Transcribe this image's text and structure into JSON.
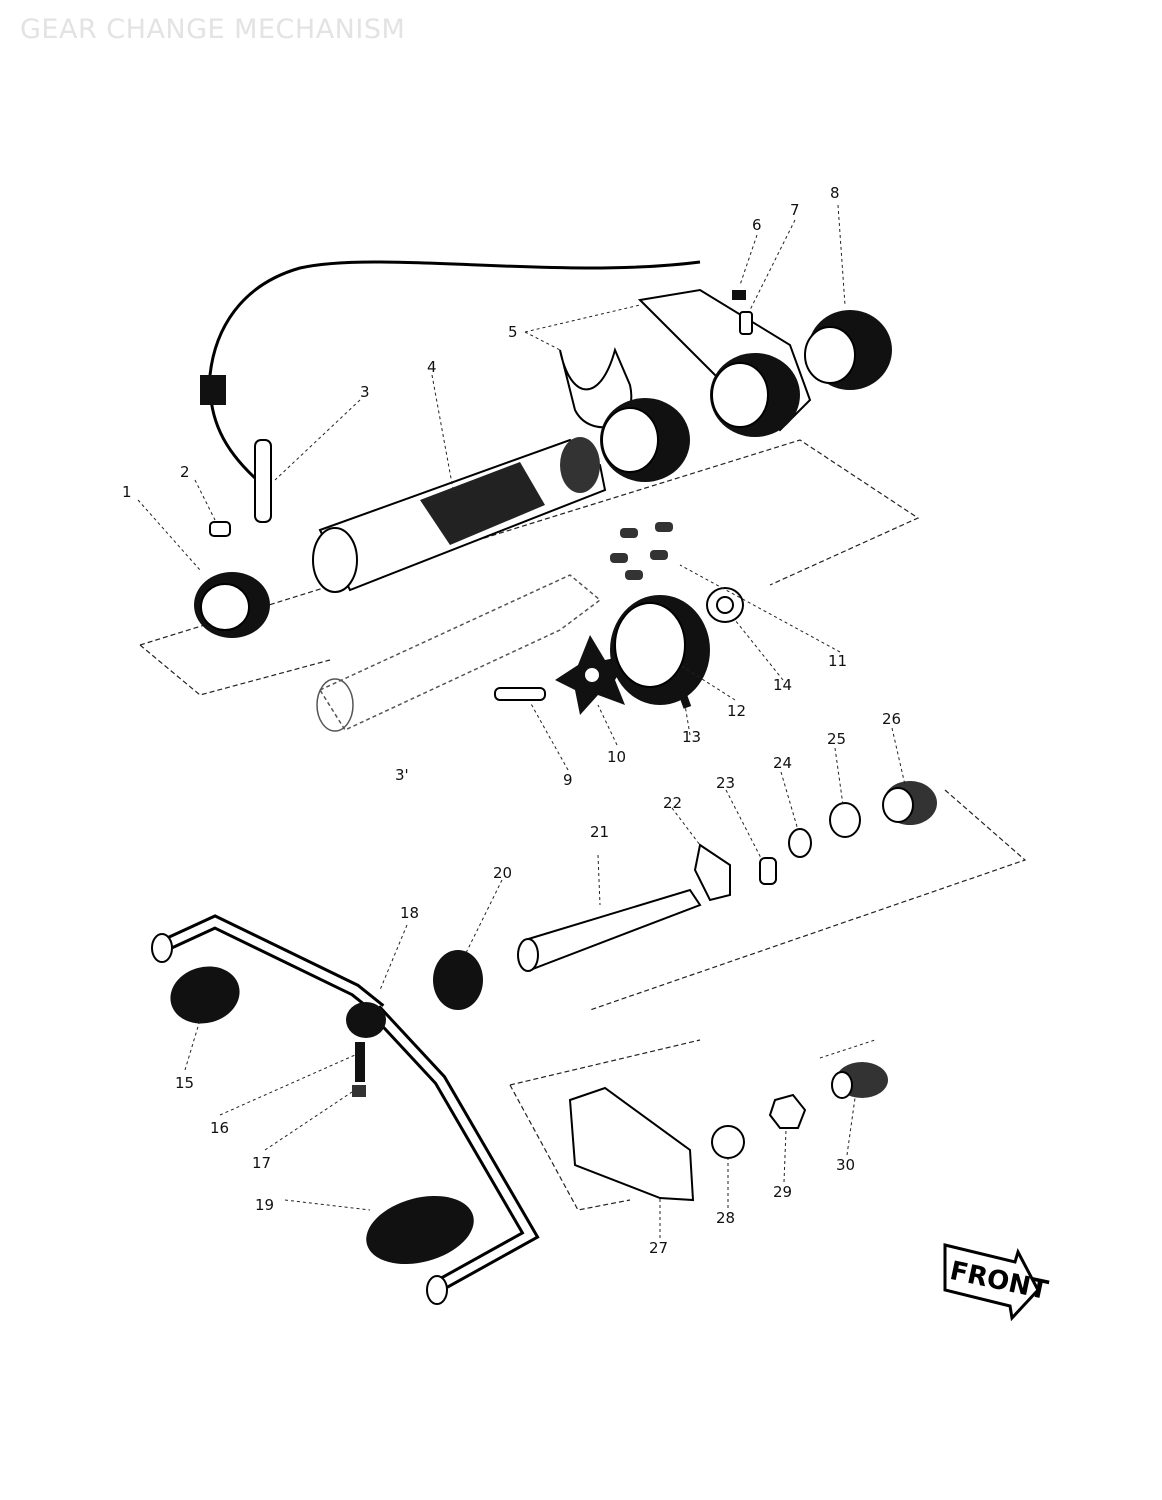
{
  "title": "GEAR CHANGE MECHANISM",
  "front_label": "FRONT",
  "callouts": [
    "1",
    "2",
    "3",
    "3'",
    "4",
    "5",
    "6",
    "7",
    "8",
    "9",
    "10",
    "11",
    "12",
    "13",
    "14",
    "15",
    "16",
    "17",
    "18",
    "19",
    "20",
    "21",
    "22",
    "23",
    "24",
    "25",
    "26",
    "27",
    "28",
    "29",
    "30"
  ],
  "colors": {
    "ink": "#000000",
    "title": "#e3e3e3",
    "background": "#ffffff"
  }
}
